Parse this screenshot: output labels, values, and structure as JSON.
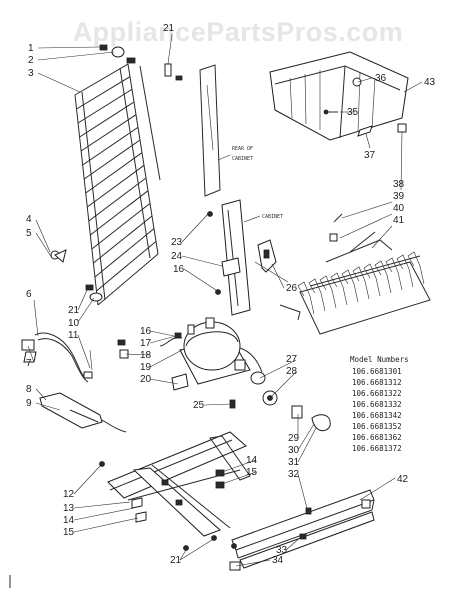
{
  "watermark": "AppliancePartsPros.com",
  "notes": {
    "rear_of_cabinet_1": "REAR OF",
    "rear_of_cabinet_2": "CABINET",
    "cabinet": "CABINET"
  },
  "model_numbers": {
    "title": "Model Numbers",
    "items": [
      "106.6681301",
      "106.6681312",
      "106.6681322",
      "106.6681332",
      "106.6681342",
      "106.6681352",
      "106.6681362",
      "106.6681372"
    ]
  },
  "labels": {
    "l1": "1",
    "l2": "2",
    "l3": "3",
    "l21a": "21",
    "l36": "36",
    "l35": "35",
    "l43": "43",
    "l37": "37",
    "l4": "4",
    "l5": "5",
    "l23": "23",
    "l24": "24",
    "l16a": "16",
    "l38": "38",
    "l39": "39",
    "l40": "40",
    "l41": "41",
    "l26": "26",
    "l6": "6",
    "l21b": "21",
    "l10": "10",
    "l11": "11",
    "l16b": "16",
    "l17": "17",
    "l18": "18",
    "l19": "19",
    "l20": "20",
    "l27": "27",
    "l28": "28",
    "l7": "7",
    "l8": "8",
    "l9": "9",
    "l25": "25",
    "l29": "29",
    "l30": "30",
    "l31": "31",
    "l32": "32",
    "l42": "42",
    "l14a": "14",
    "l15a": "15",
    "l12": "12",
    "l13": "13",
    "l14b": "14",
    "l15b": "15",
    "l33": "33",
    "l21c": "21",
    "l34": "34"
  }
}
